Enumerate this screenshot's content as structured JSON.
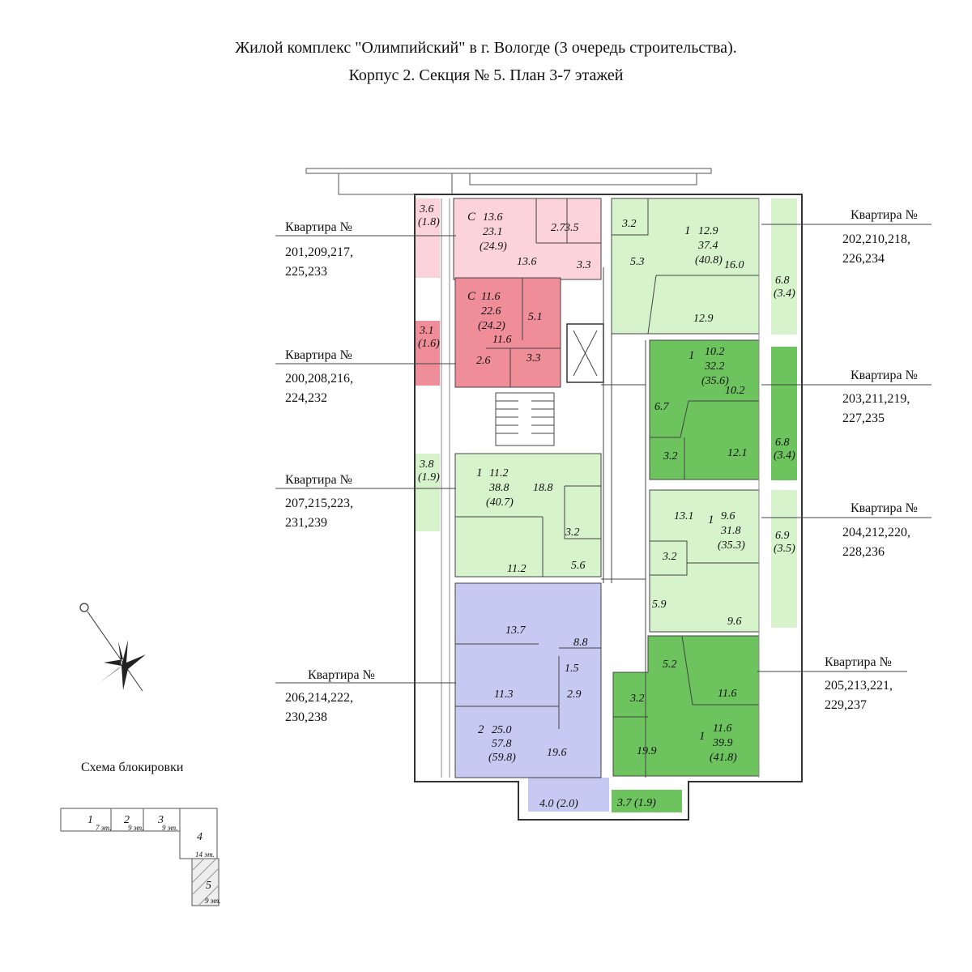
{
  "title": {
    "line1": "Жилой комплекс \"Олимпийский\" в г. Вологде (3 очередь строительства).",
    "line2": "Корпус 2. Секция № 5. План 3-7 этажей"
  },
  "colors": {
    "pink_light": "#fcd3da",
    "pink_dark": "#ef8d98",
    "green_light": "#d6f3cb",
    "green_dark": "#6dc35d",
    "blue": "#c6c9f1",
    "wall": "#333333"
  },
  "apartments": [
    {
      "label": "Квартира №",
      "numbers_1": "201,209,217,",
      "numbers_2": "225,233",
      "type": "С",
      "living": "13.6",
      "total": "23.1",
      "total_with_balcony": "(24.9)",
      "rooms": [
        "13.6",
        "2.7",
        "3.5",
        "3.3"
      ],
      "balcony": "3.6",
      "balcony_reduced": "(1.8)"
    },
    {
      "label": "Квартира №",
      "numbers_1": "200,208,216,",
      "numbers_2": "224,232",
      "type": "С",
      "living": "11.6",
      "total": "22.6",
      "total_with_balcony": "(24.2)",
      "rooms": [
        "11.6",
        "5.1",
        "2.6",
        "3.3"
      ],
      "balcony": "3.1",
      "balcony_reduced": "(1.6)"
    },
    {
      "label": "Квартира №",
      "numbers_1": "207,215,223,",
      "numbers_2": "231,239",
      "type": "1",
      "living": "11.2",
      "total": "38.8",
      "total_with_balcony": "(40.7)",
      "rooms": [
        "18.8",
        "3.2",
        "11.2",
        "5.6"
      ],
      "balcony": "3.8",
      "balcony_reduced": "(1.9)"
    },
    {
      "label": "Квартира №",
      "numbers_1": "206,214,222,",
      "numbers_2": "230,238",
      "type": "2",
      "living": "25.0",
      "total": "57.8",
      "total_with_balcony": "(59.8)",
      "rooms": [
        "13.7",
        "8.8",
        "1.5",
        "11.3",
        "2.9",
        "19.6"
      ],
      "balcony_text": "4.0 (2.0)"
    },
    {
      "label": "Квартира №",
      "numbers_1": "202,210,218,",
      "numbers_2": "226,234",
      "type": "1",
      "living": "12.9",
      "total": "37.4",
      "total_with_balcony": "(40.8)",
      "rooms": [
        "3.2",
        "16.0",
        "5.3",
        "12.9"
      ],
      "balcony": "6.8",
      "balcony_reduced": "(3.4)"
    },
    {
      "label": "Квартира №",
      "numbers_1": "203,211,219,",
      "numbers_2": "227,235",
      "type": "1",
      "living": "10.2",
      "total": "32.2",
      "total_with_balcony": "(35.6)",
      "rooms": [
        "10.2",
        "6.7",
        "3.2",
        "12.1"
      ],
      "balcony": "6.8",
      "balcony_reduced": "(3.4)"
    },
    {
      "label": "Квартира №",
      "numbers_1": "204,212,220,",
      "numbers_2": "228,236",
      "type": "1",
      "living": "9.6",
      "total": "31.8",
      "total_with_balcony": "(35.3)",
      "rooms": [
        "13.1",
        "3.2",
        "5.9",
        "9.6"
      ],
      "balcony": "6.9",
      "balcony_reduced": "(3.5)"
    },
    {
      "label": "Квартира №",
      "numbers_1": "205,213,221,",
      "numbers_2": "229,237",
      "type": "1",
      "living": "11.6",
      "total": "39.9",
      "total_with_balcony": "(41.8)",
      "rooms": [
        "5.2",
        "11.6",
        "3.2",
        "19.9"
      ],
      "balcony_text": "3.7 (1.9)"
    }
  ],
  "block_scheme": {
    "title": "Схема блокировки",
    "sections": [
      "1",
      "2",
      "3",
      "4",
      "5"
    ],
    "floors": [
      "7 эт.",
      "9 эт.",
      "9 эт.",
      "14 эт.",
      "9 эт."
    ]
  }
}
